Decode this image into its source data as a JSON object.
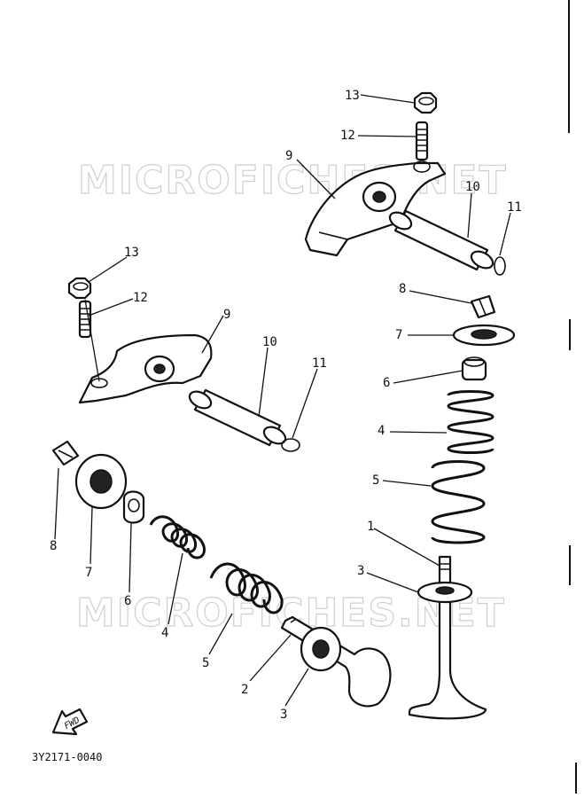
{
  "watermark": "MICROFICHES.NET",
  "diagram_code": "3Y2171-0040",
  "fwd_label": "FWD",
  "callouts": {
    "c13a": "13",
    "c12a": "12",
    "c9a": "9",
    "c10a": "10",
    "c11a": "11",
    "c8a": "8",
    "c7a": "7",
    "c6a": "6",
    "c4a": "4",
    "c5a": "5",
    "c1": "1",
    "c3a": "3",
    "c13b": "13",
    "c12b": "12",
    "c9b": "9",
    "c10b": "10",
    "c11b": "11",
    "c8b": "8",
    "c7b": "7",
    "c6b": "6",
    "c4b": "4",
    "c5b": "5",
    "c2": "2",
    "c3b": "3"
  }
}
